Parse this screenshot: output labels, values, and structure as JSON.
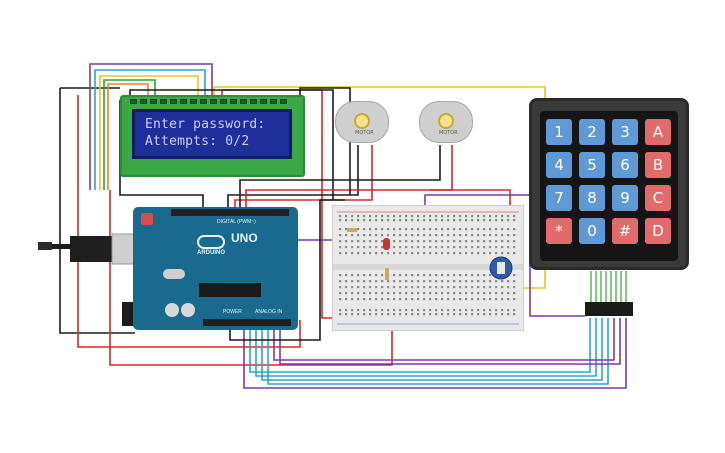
{
  "lcd": {
    "line1": "Enter password:",
    "line2": "Attempts: 0/2"
  },
  "keypad": {
    "keys": [
      {
        "label": "1",
        "kind": "num"
      },
      {
        "label": "2",
        "kind": "num"
      },
      {
        "label": "3",
        "kind": "num"
      },
      {
        "label": "A",
        "kind": "fn"
      },
      {
        "label": "4",
        "kind": "num"
      },
      {
        "label": "5",
        "kind": "num"
      },
      {
        "label": "6",
        "kind": "num"
      },
      {
        "label": "B",
        "kind": "fn"
      },
      {
        "label": "7",
        "kind": "num"
      },
      {
        "label": "8",
        "kind": "num"
      },
      {
        "label": "9",
        "kind": "num"
      },
      {
        "label": "C",
        "kind": "fn"
      },
      {
        "label": "*",
        "kind": "fn"
      },
      {
        "label": "0",
        "kind": "num"
      },
      {
        "label": "#",
        "kind": "fn"
      },
      {
        "label": "D",
        "kind": "fn"
      }
    ]
  },
  "arduino": {
    "brand": "ARDUINO",
    "model": "UNO",
    "digital_label": "DIGITAL (PWM~)",
    "power_label": "POWER",
    "analog_label": "ANALOG IN"
  },
  "motors": [
    {
      "label": "MOTOR"
    },
    {
      "label": "MOTOR"
    }
  ],
  "colors": {
    "wire_red": "#d62a2a",
    "wire_black": "#1b1b1b",
    "wire_yellow": "#e7c52a",
    "wire_purple": "#7a3aa8",
    "wire_cyan": "#2aa6c9",
    "wire_green": "#2fa23a",
    "wire_orange": "#e0892a",
    "lcd_screen": "#1e2f9c",
    "lcd_text": "#c9d0ff",
    "lcd_board": "#39a845",
    "keypad_num": "#5f9ad6",
    "keypad_fn": "#e36a6a",
    "arduino_board": "#1a6a8f"
  }
}
